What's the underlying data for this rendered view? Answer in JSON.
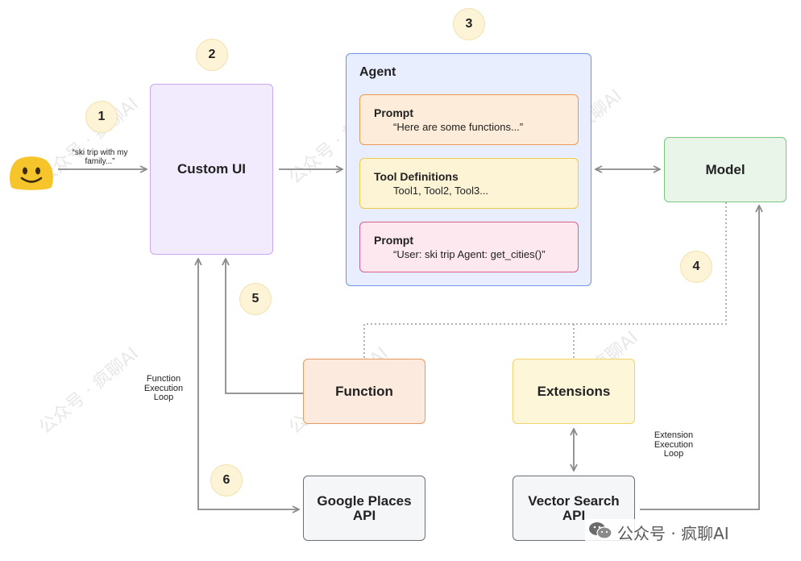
{
  "badges": [
    "1",
    "2",
    "3",
    "4",
    "5",
    "6"
  ],
  "user": {
    "icon": "smiley-face-icon",
    "message": "“ski trip with my family...”"
  },
  "custom_ui": {
    "label": "Custom UI"
  },
  "agent": {
    "title": "Agent",
    "prompt1": {
      "title": "Prompt",
      "body": "“Here are some functions...”"
    },
    "tool_definitions": {
      "title": "Tool Definitions",
      "body": "Tool1, Tool2, Tool3..."
    },
    "prompt2": {
      "title": "Prompt",
      "body": "“User: ski trip Agent: get_cities()”"
    }
  },
  "model": {
    "label": "Model"
  },
  "function": {
    "label": "Function"
  },
  "extensions": {
    "label": "Extensions"
  },
  "google_places": {
    "label_line1": "Google Places",
    "label_line2": "API"
  },
  "vector_search": {
    "label_line1": "Vector Search",
    "label_line2": "API"
  },
  "notes": {
    "function_loop": [
      "Function",
      "Execution",
      "Loop"
    ],
    "extension_loop": [
      "Extension",
      "Execution",
      "Loop"
    ]
  },
  "watermark": {
    "text": "公众号 · 疯聊AI",
    "footer_icon": "wechat-icon",
    "footer_text": "公众号 · 疯聊AI"
  },
  "colors": {
    "agent_border": "#6d95e6",
    "custom_ui_border": "#c9a8f2",
    "model_border": "#7cc47f",
    "function_border": "#e79a62",
    "extensions_border": "#efd46a",
    "prompt1_border": "#e89a54",
    "tool_defs_border": "#edc94e",
    "prompt2_border": "#df5c8f",
    "badge_fill": "#fdf3d6",
    "arrow": "#8a8a8a"
  }
}
